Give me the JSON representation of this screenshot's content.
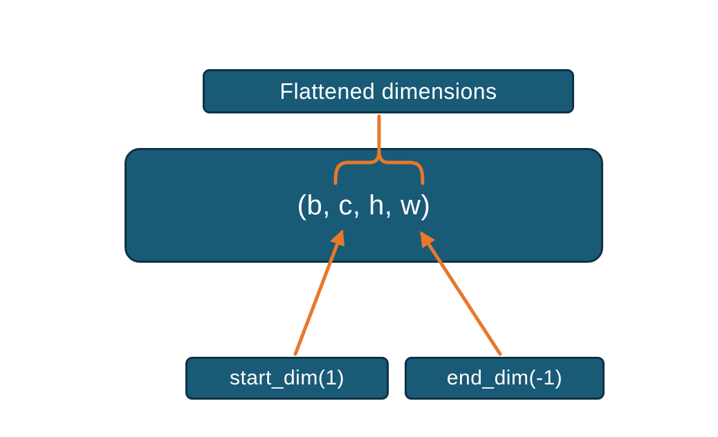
{
  "diagram": {
    "title_node": {
      "label": "Flattened dimensions"
    },
    "tuple_node": {
      "label": "(b, c, h, w)"
    },
    "start_dim_node": {
      "label": "start_dim(1)"
    },
    "end_dim_node": {
      "label": "end_dim(-1)"
    }
  },
  "colors": {
    "background": "#ffffff",
    "node_fill": "#195a77",
    "node_border": "#0f3146",
    "text": "#ffffff",
    "arrow": "#e8782a"
  }
}
